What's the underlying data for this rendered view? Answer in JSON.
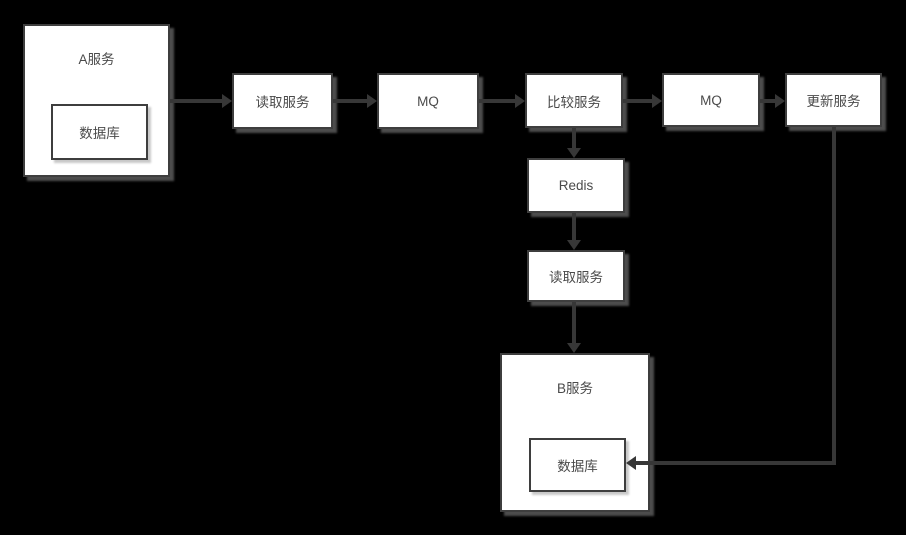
{
  "diagram": {
    "type": "flow-diagram",
    "colors": {
      "background": "#000000",
      "node_fill": "#ffffff",
      "node_border": "#3e3e3e",
      "connector": "#373737",
      "text": "#4a4a4a",
      "shadow": "#8c8c8c"
    },
    "nodes": {
      "a_service": {
        "label": "A服务"
      },
      "a_database": {
        "label": "数据库"
      },
      "read_service_1": {
        "label": "读取服务"
      },
      "mq_1": {
        "label": "MQ"
      },
      "compare_service": {
        "label": "比较服务"
      },
      "mq_2": {
        "label": "MQ"
      },
      "update_service": {
        "label": "更新服务"
      },
      "redis": {
        "label": "Redis"
      },
      "read_service_2": {
        "label": "读取服务"
      },
      "b_service": {
        "label": "B服务"
      },
      "b_database": {
        "label": "数据库"
      }
    },
    "edges": [
      {
        "from": "a_service",
        "to": "read_service_1",
        "direction": "right"
      },
      {
        "from": "read_service_1",
        "to": "mq_1",
        "direction": "right"
      },
      {
        "from": "mq_1",
        "to": "compare_service",
        "direction": "right"
      },
      {
        "from": "compare_service",
        "to": "mq_2",
        "direction": "right"
      },
      {
        "from": "mq_2",
        "to": "update_service",
        "direction": "right"
      },
      {
        "from": "compare_service",
        "to": "redis",
        "direction": "down"
      },
      {
        "from": "redis",
        "to": "read_service_2",
        "direction": "down"
      },
      {
        "from": "read_service_2",
        "to": "b_service",
        "direction": "down"
      },
      {
        "from": "update_service",
        "to": "b_database",
        "direction": "down-then-left"
      }
    ]
  }
}
